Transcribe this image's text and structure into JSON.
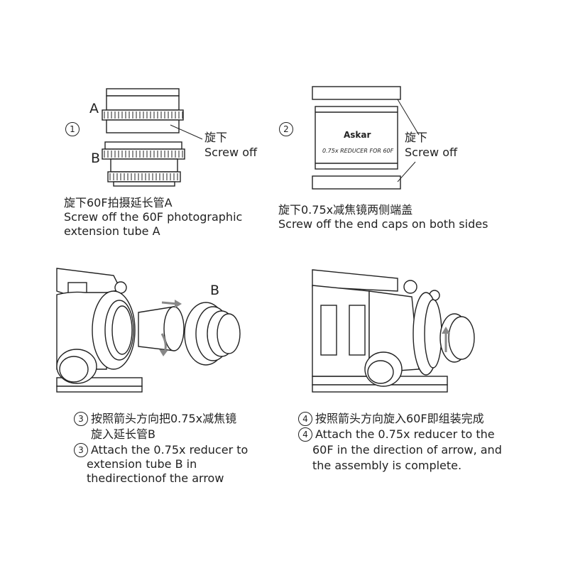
{
  "steps": [
    {
      "number": "1",
      "tube_a_label": "A",
      "tube_b_label": "B",
      "callout_zh": "旋下",
      "callout_en": "Screw off",
      "caption_zh": "旋下60F拍摄延长管A",
      "caption_en_1": "Screw off the 60F photographic",
      "caption_en_2": "extension tube A"
    },
    {
      "number": "2",
      "brand": "Askar",
      "product_label": "0.75x REDUCER FOR 60F",
      "callout_zh": "旋下",
      "callout_en": "Screw off",
      "caption_zh": "旋下0.75x减焦镜两侧端盖",
      "caption_en": "Screw off the end caps on both sides"
    },
    {
      "number": "3",
      "part_label": "B",
      "caption_zh_1": "按照箭头方向把0.75x减焦镜",
      "caption_zh_2": "旋入延长管B",
      "caption_en_1": "Attach the 0.75x reducer to",
      "caption_en_2": "extension tube B in",
      "caption_en_3": "thedirectionof the arrow"
    },
    {
      "number": "4",
      "caption_zh": "按照箭头方向旋入60F即组装完成",
      "caption_en_1": "Attach the 0.75x reducer to the",
      "caption_en_2": "60F in the direction of arrow, and",
      "caption_en_3": "the assembly is complete."
    }
  ],
  "colors": {
    "ink": "#222222",
    "arrow": "#888888"
  }
}
